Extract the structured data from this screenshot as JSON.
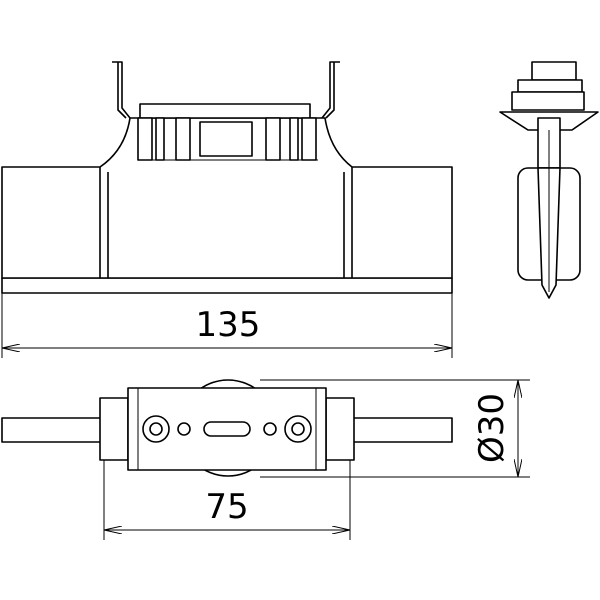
{
  "dimensions": {
    "length": "135",
    "spacing": "75",
    "diameter": "Ø30"
  }
}
